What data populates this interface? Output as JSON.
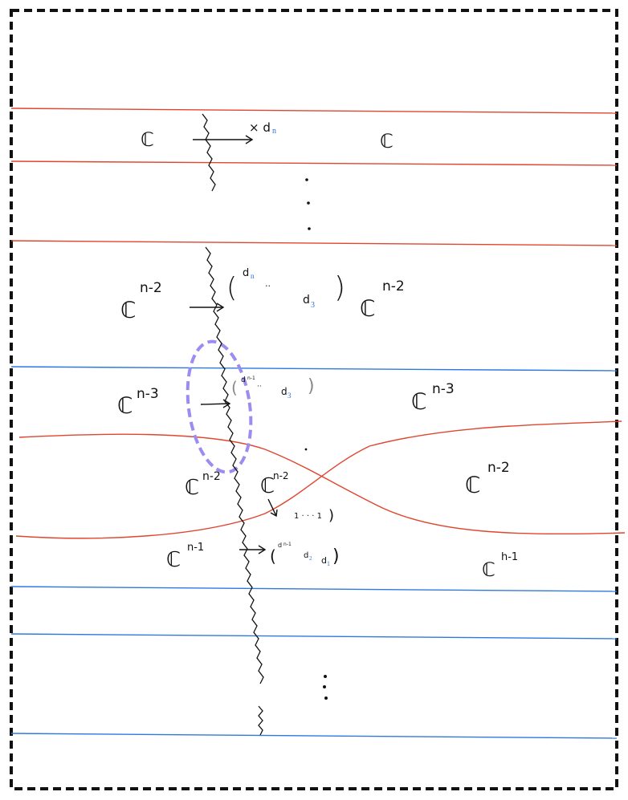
{
  "labels": {
    "C": "ℂ",
    "n2": "n-2",
    "n3": "n-3",
    "n1": "n-1",
    "n1b": "h-1",
    "dn_prefix": "× d",
    "n": "n",
    "d": "d",
    "sub3": "3",
    "sub1": "1",
    "n1sup": "n-1",
    "sub2": "2",
    "dots": "··",
    "ellipsis": "…",
    "paren_open": "(",
    "paren_close": ")",
    "one_dots": "1 · · · 1"
  },
  "colors": {
    "red": "#e0452f",
    "blue": "#2f78e0",
    "purple": "#9b8cf0",
    "ink": "#111111"
  }
}
